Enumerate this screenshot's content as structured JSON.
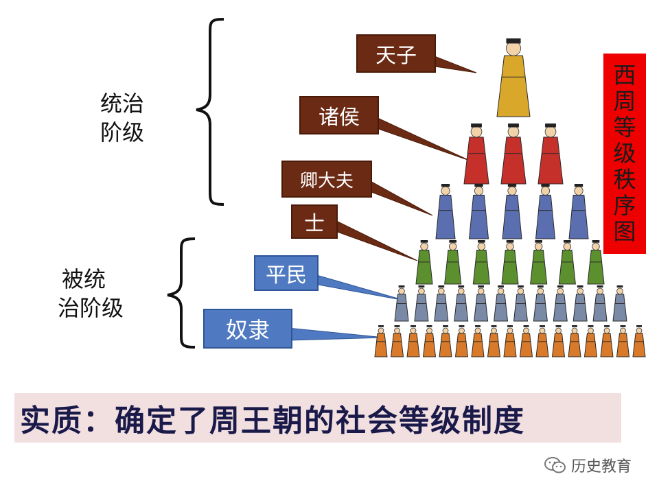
{
  "groups": {
    "ruling": {
      "line1": "统治",
      "line2": "阶级"
    },
    "ruled": {
      "line1": "被统",
      "line2": "治阶级"
    }
  },
  "tiers": [
    {
      "label": "天子",
      "color": "brown",
      "figure_color": "#d9a82a",
      "count": 1
    },
    {
      "label": "诸侯",
      "color": "brown",
      "figure_color": "#c6302b",
      "count": 3
    },
    {
      "label": "卿大夫",
      "color": "brown",
      "figure_color": "#5b6fb0",
      "count": 5
    },
    {
      "label": "士",
      "color": "brown",
      "figure_color": "#5c8f2e",
      "count": 7
    },
    {
      "label": "平民",
      "color": "blue",
      "figure_color": "#7a8aa6",
      "count": 12
    },
    {
      "label": "奴隶",
      "color": "blue",
      "figure_color": "#d87a2a",
      "count": 17
    }
  ],
  "title": [
    "西",
    "周",
    "等",
    "级",
    "秩",
    "序",
    "图"
  ],
  "summary": "实质：确定了周王朝的社会等级制度",
  "watermark": {
    "text": "历史教育",
    "icon": "wechat-icon"
  },
  "colors": {
    "title_bg": "#ee0000",
    "brown_label": "#6b2a14",
    "blue_label": "#4f79c0",
    "summary_bg": "#f2dfe0"
  }
}
